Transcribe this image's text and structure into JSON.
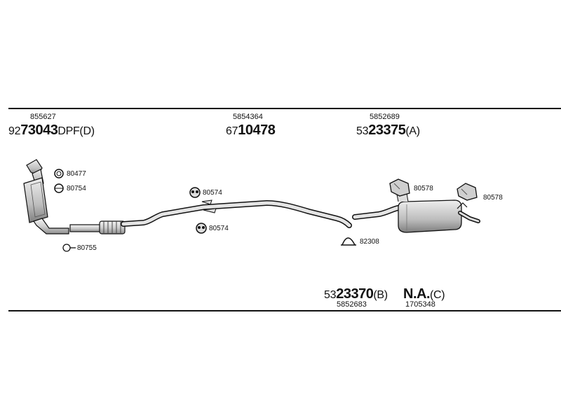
{
  "groups": {
    "front": {
      "ref": "855627",
      "prefix": "92",
      "main": "73043",
      "suffix": "DPF(D)"
    },
    "middle": {
      "ref": "5854364",
      "prefix": "67",
      "main": "10478",
      "suffix": ""
    },
    "rear": {
      "ref": "5852689",
      "prefix": "53",
      "main": "23375",
      "suffix": "(A)"
    },
    "bottom_b": {
      "ref": "5852683",
      "prefix": "53",
      "main": "23370",
      "suffix": "(B)"
    },
    "bottom_c": {
      "ref": "1705348",
      "prefix": "",
      "main": "N.A.",
      "suffix": "(C)"
    }
  },
  "parts": {
    "p80477": "80477",
    "p80754": "80754",
    "p80755": "80755",
    "p80574a": "80574",
    "p80574b": "80574",
    "p80578a": "80578",
    "p80578b": "80578",
    "p82308": "82308"
  },
  "colors": {
    "line": "#111111",
    "pipe": "#dcdcdc",
    "metal": "#b5b5b5"
  }
}
